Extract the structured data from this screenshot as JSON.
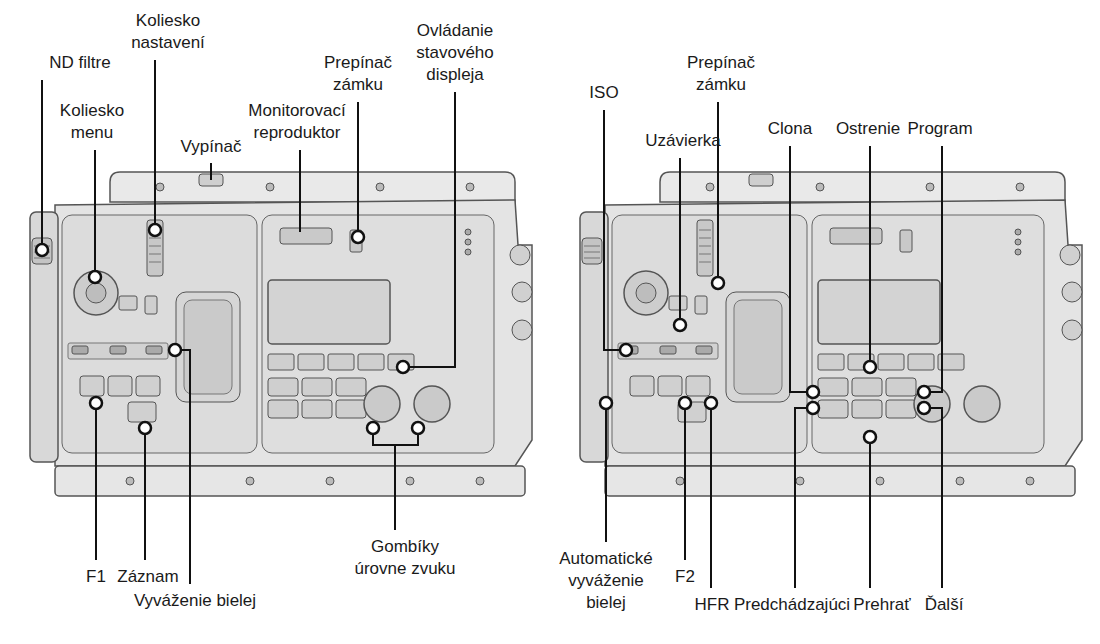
{
  "diagram": {
    "labels": [
      "ND filtre",
      "Koliesko menu",
      "Koliesko nastavení",
      "Vypínač",
      "Monitorovací reproduktor",
      "Prepínač zámku",
      "Ovládanie stavového displeja",
      "F1",
      "Záznam",
      "Vyváženie bielej",
      "Gombíky úrovne zvuku",
      "ISO",
      "Prepínač zámku",
      "Uzávierka",
      "Clona",
      "Ostrenie",
      "Program",
      "Automatické vyváženie bielej",
      "F2",
      "HFR",
      "Predchádzajúci",
      "Prehrať",
      "Ďalší"
    ]
  }
}
